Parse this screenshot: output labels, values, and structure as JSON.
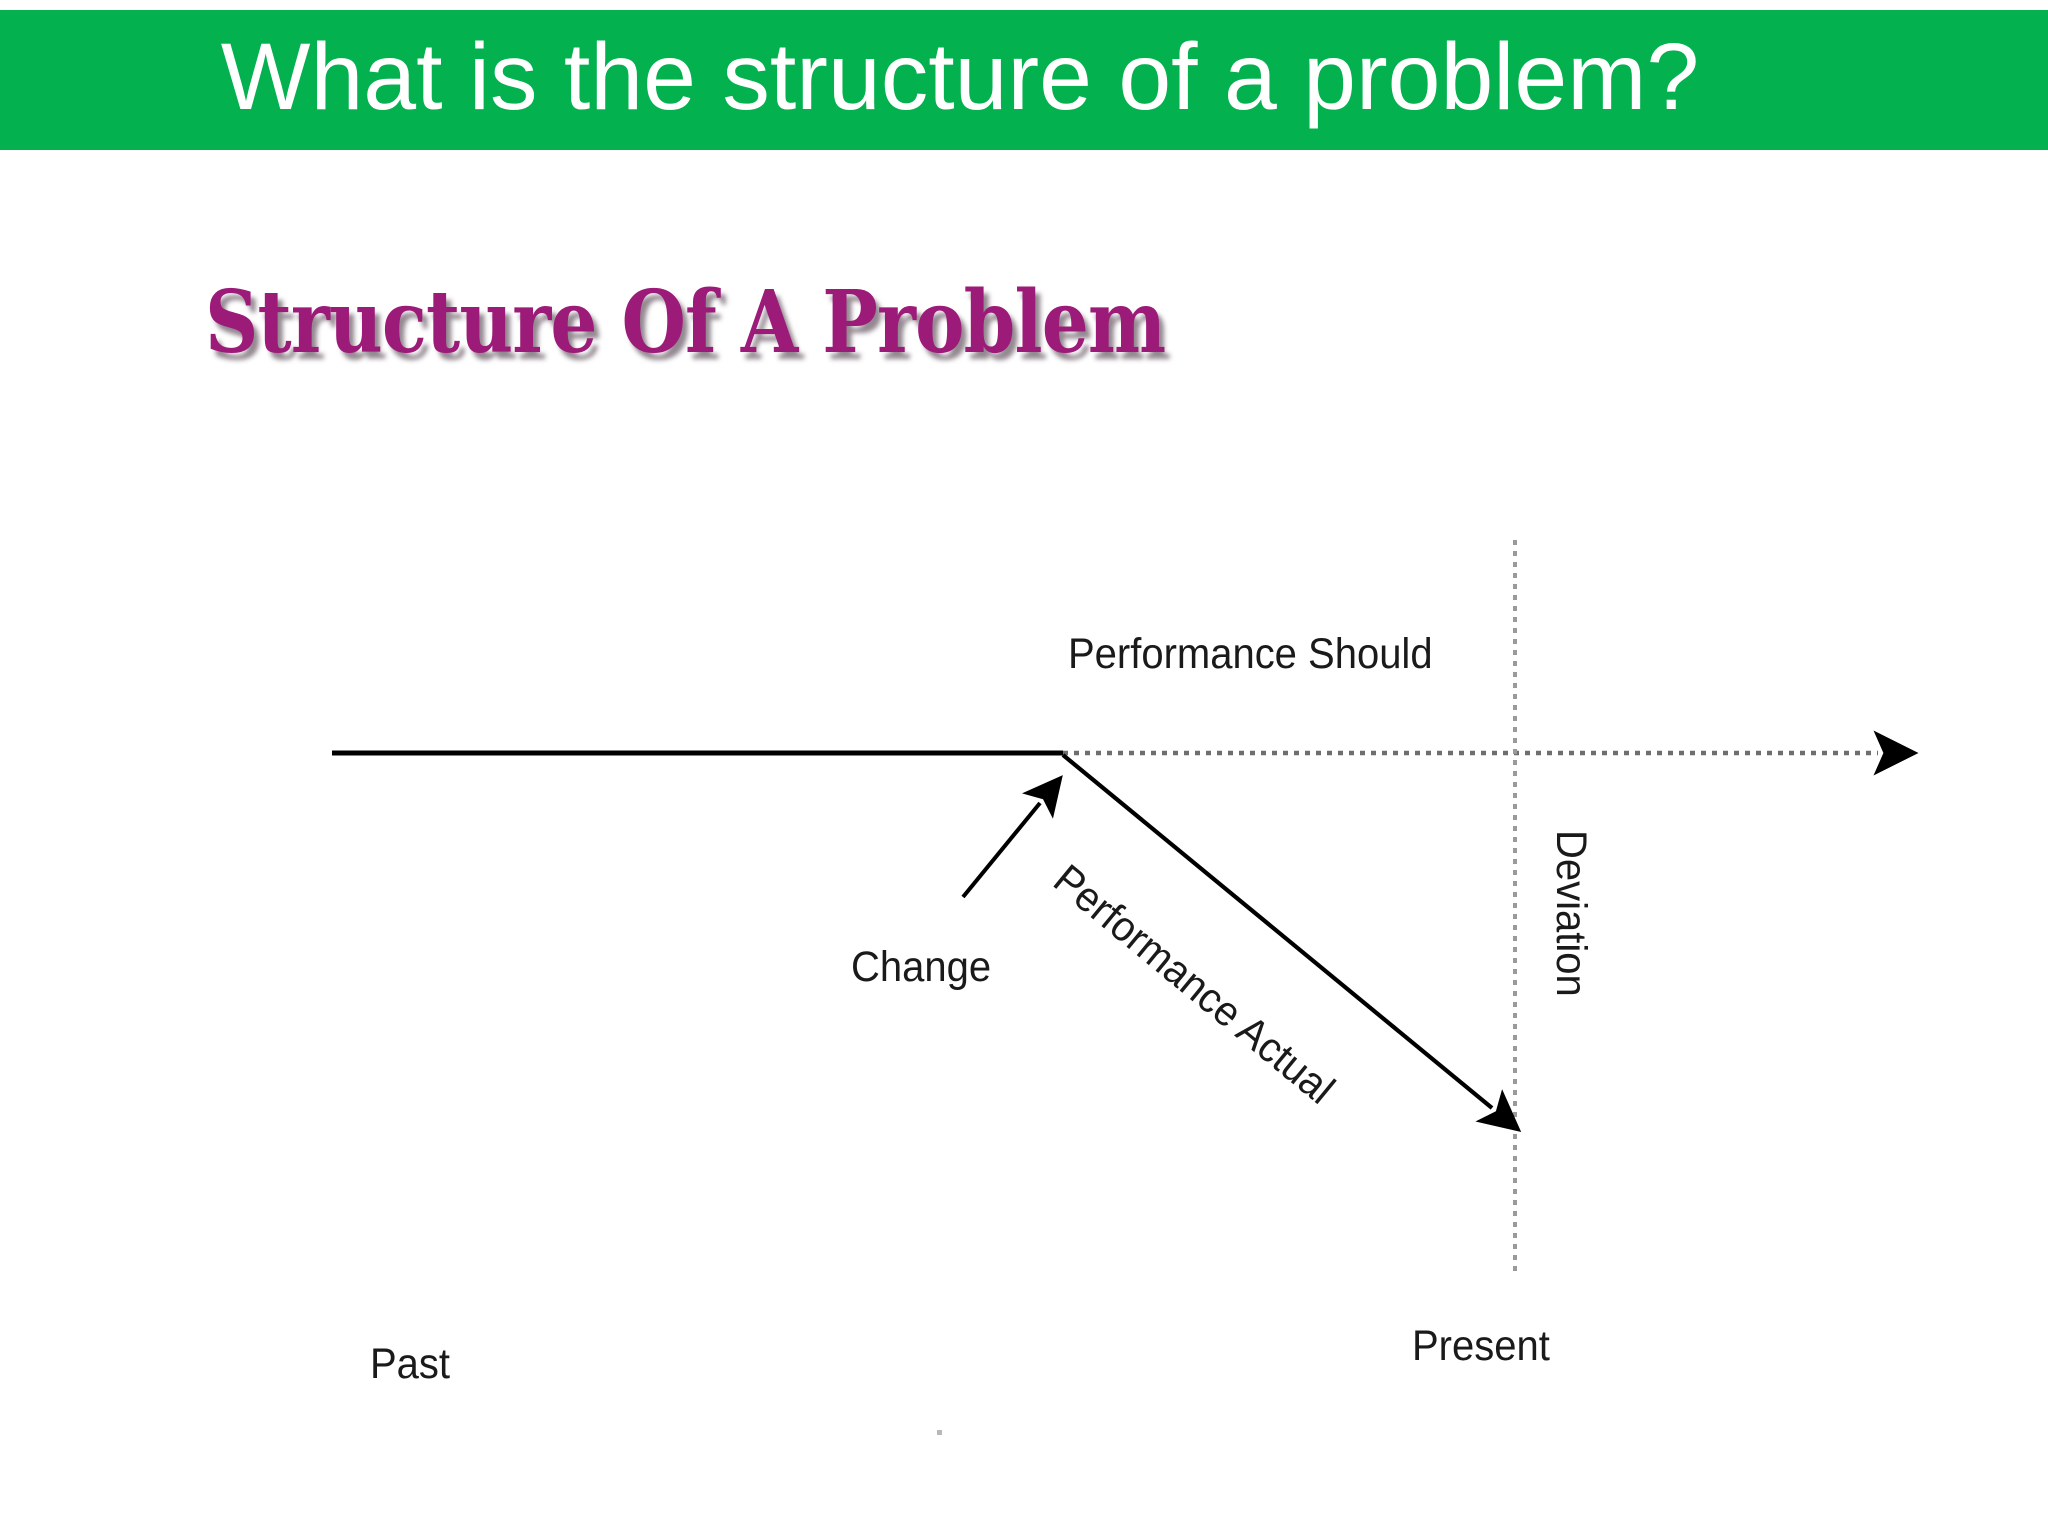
{
  "slide": {
    "background_color": "#ffffff",
    "header": {
      "banner_color": "#03b14f",
      "title": "What is the structure of a problem?",
      "title_color": "#ffffff"
    },
    "subtitle": {
      "text": "Structure Of A Problem",
      "color": "#9c1a78",
      "shadow_color": "#3c2837"
    }
  },
  "chart_data": {
    "type": "line",
    "title": "Structure Of A Problem",
    "xlabel": "",
    "ylabel": "",
    "grid": false,
    "legend": "none",
    "annotations": [
      "Performance Should",
      "Performance Actual",
      "Change",
      "Deviation",
      "Past",
      "Present"
    ],
    "axis_ticks": [
      "Past",
      "Present"
    ],
    "series": [
      {
        "name": "Performance Should",
        "style": "solid-then-dotted",
        "points": [
          {
            "x": 0,
            "y": 100
          },
          {
            "x": 60,
            "y": 100
          },
          {
            "x": 100,
            "y": 100
          },
          {
            "x": 140,
            "y": 100
          }
        ]
      },
      {
        "name": "Performance Actual",
        "style": "solid-with-arrow",
        "points": [
          {
            "x": 60,
            "y": 100
          },
          {
            "x": 100,
            "y": 45
          }
        ]
      }
    ],
    "markers": [
      {
        "name": "Change",
        "style": "arrow",
        "from": {
          "x": 46,
          "y": 78
        },
        "to": {
          "x": 57,
          "y": 92
        }
      },
      {
        "name": "Deviation",
        "style": "vertical-dotted-gap",
        "x": 100,
        "y_from": 45,
        "y_to": 100
      }
    ]
  },
  "diagram": {
    "labels": {
      "performance_should": "Performance Should",
      "performance_actual": "Performance Actual",
      "change": "Change",
      "deviation": "Deviation",
      "past": "Past",
      "present": "Present"
    },
    "line_color": "#000000",
    "dotted_color": "#8a8a8a"
  }
}
